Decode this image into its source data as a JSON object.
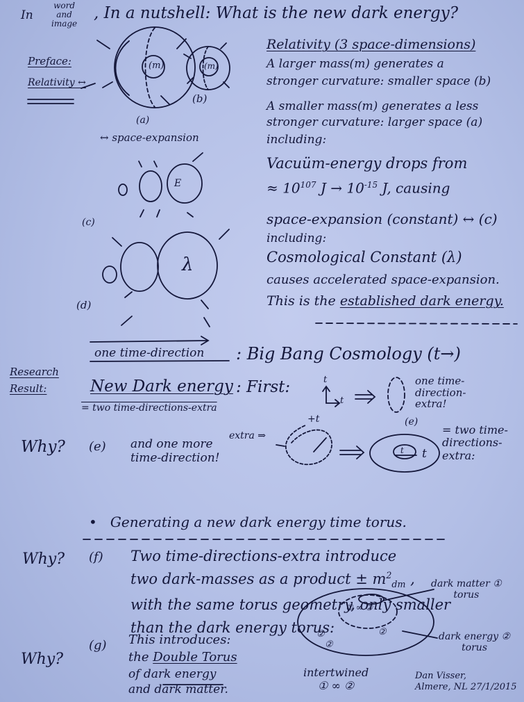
{
  "header": {
    "prefix": "In",
    "stack": [
      "word",
      "and",
      "image"
    ],
    "title": ", In a nutshell: What is the new dark energy?"
  },
  "margin": {
    "preface": "Preface:",
    "relativity": "Relativity ↔",
    "research": "Research",
    "result": "Result:"
  },
  "sketch": {
    "a": "(a)",
    "b": "(b)",
    "m": "(m)",
    "space_expansion": "↔ space-expansion",
    "evac": "E",
    "c": "(c)",
    "lambda": "λ",
    "d": "(d)",
    "one_time_direction": "one time-direction"
  },
  "relativity": {
    "heading": "Relativity (3 space-dimensions)",
    "lines": [
      "A larger mass(m) generates a",
      "stronger curvature: smaller space (b)",
      "A smaller mass(m) generates a less",
      "stronger curvature: larger space (a)",
      "including:"
    ]
  },
  "vacuum": {
    "lines": [
      "Vacuüm-energy drops from",
      "space-expansion (constant) ↔ (c)",
      "including:"
    ],
    "approx": "≈",
    "exp_high": "107",
    "exp_low": "-15",
    "unit": "J",
    "causing": ", causing"
  },
  "lambda": {
    "lines": [
      "Cosmological Constant (λ)",
      "causes accelerated space-expansion."
    ],
    "line3_pre": "This is the ",
    "line3_under": "established dark energy."
  },
  "bigbang": {
    "text": ": Big Bang Cosmology (t→)"
  },
  "result": {
    "heading": "New Dark energy",
    "first": ": First:",
    "sub": "= two time-directions-extra",
    "t": "t",
    "note": [
      "one time-",
      "direction-",
      "extra!"
    ]
  },
  "why_e": {
    "label": "Why?",
    "letter": "(e)",
    "lines": [
      "and one more",
      "time-direction!"
    ],
    "extra": "extra ⇒",
    "plus_t": "+t",
    "e": "(e)",
    "note": [
      "= two time-",
      "directions-",
      "extra:"
    ]
  },
  "generating": {
    "text": "Generating a new dark energy time torus."
  },
  "why_f": {
    "label": "Why?",
    "letter": "(f)",
    "lines": [
      "Two time-directions-extra introduce",
      "with the same torus geometry, only smaller",
      "than the dark energy torus:"
    ],
    "line2_pre": "two dark-masses as a product",
    "dm": "dm"
  },
  "why_g": {
    "label": "Why?",
    "letter": "(g)",
    "lines": [
      "This introduces:",
      "of dark energy",
      "and dark matter."
    ],
    "line2_pre": "the ",
    "line2_under": "Double Torus"
  },
  "torus": {
    "dm": [
      "dark matter ①",
      "torus"
    ],
    "de": [
      "dark energy ②",
      "torus"
    ],
    "inner": "① ∞ ②",
    "mark2": "②",
    "intertwined": [
      "intertwined",
      "① ∞ ②"
    ]
  },
  "signature": [
    "Dan Visser,",
    "Almere, NL 27/1/2015"
  ]
}
